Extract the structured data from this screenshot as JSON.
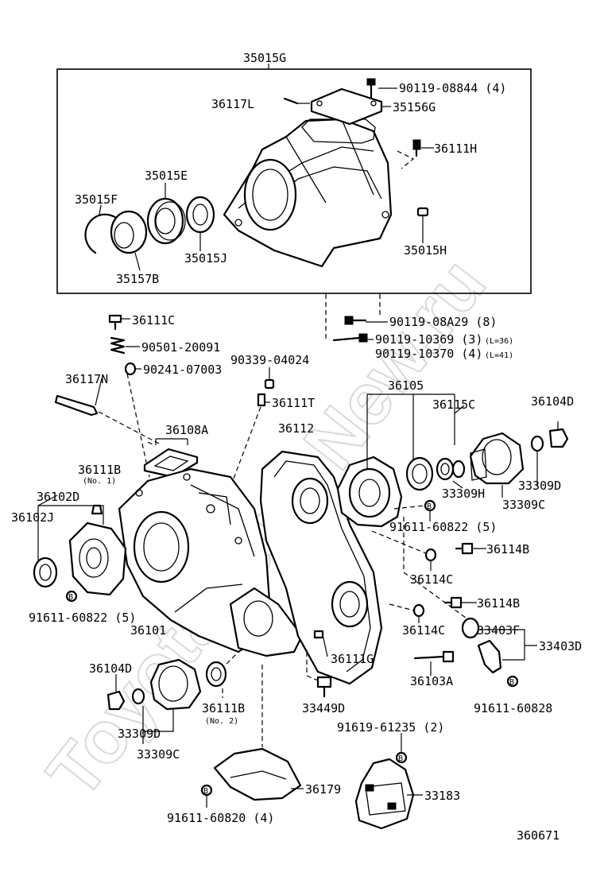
{
  "watermark": "ToyotaPartsNew.ru",
  "diagram_id": "360671",
  "labels": {
    "p35015G": "35015G",
    "p90119_08844": "90119-08844 (4)",
    "p36117L": "36117L",
    "p35156G": "35156G",
    "p36111H": "36111H",
    "p35015E": "35015E",
    "p35015F": "35015F",
    "p35015J": "35015J",
    "p35157B": "35157B",
    "p35015H": "35015H",
    "p36111C": "36111C",
    "p90119_08A29": "90119-08A29 (8)",
    "p90501_20091": "90501-20091",
    "p90119_10369": "90119-10369 (3)",
    "p90119_10369_note": "(L=36)",
    "p90119_10370": "90119-10370 (4)",
    "p90119_10370_note": "(L=41)",
    "p36117N": "36117N",
    "p90241_07003": "90241-07003",
    "p90339_04024": "90339-04024",
    "p36111T": "36111T",
    "p36105": "36105",
    "p36104D_a": "36104D",
    "p36108A": "36108A",
    "p36112": "36112",
    "p36115C": "36115C",
    "p36111B_a": "36111B",
    "p36111B_a_note": "(No. 1)",
    "p36102D": "36102D",
    "p36102J": "36102J",
    "p33309H": "33309H",
    "p33309D_a": "33309D",
    "p33309C_a": "33309C",
    "p91611_60822_a": "91611-60822 (5)",
    "p36114B_a": "36114B",
    "p36114C_a": "36114C",
    "p91611_60822_b": "91611-60822 (5)",
    "p36101": "36101",
    "p36114B_b": "36114B",
    "p36114C_b": "36114C",
    "p33403F": "33403F",
    "p33403D": "33403D",
    "p36111G": "36111G",
    "p36104D_b": "36104D",
    "p36103A": "36103A",
    "p33449D": "33449D",
    "p91611_60828": "91611-60828",
    "p36111B_b": "36111B",
    "p36111B_b_note": "(No. 2)",
    "p33309D_b": "33309D",
    "p33309C_b": "33309C",
    "p91619_61235": "91619-61235 (2)",
    "p36179": "36179",
    "p33183": "33183",
    "p91611_60820": "91611-60820 (4)"
  }
}
